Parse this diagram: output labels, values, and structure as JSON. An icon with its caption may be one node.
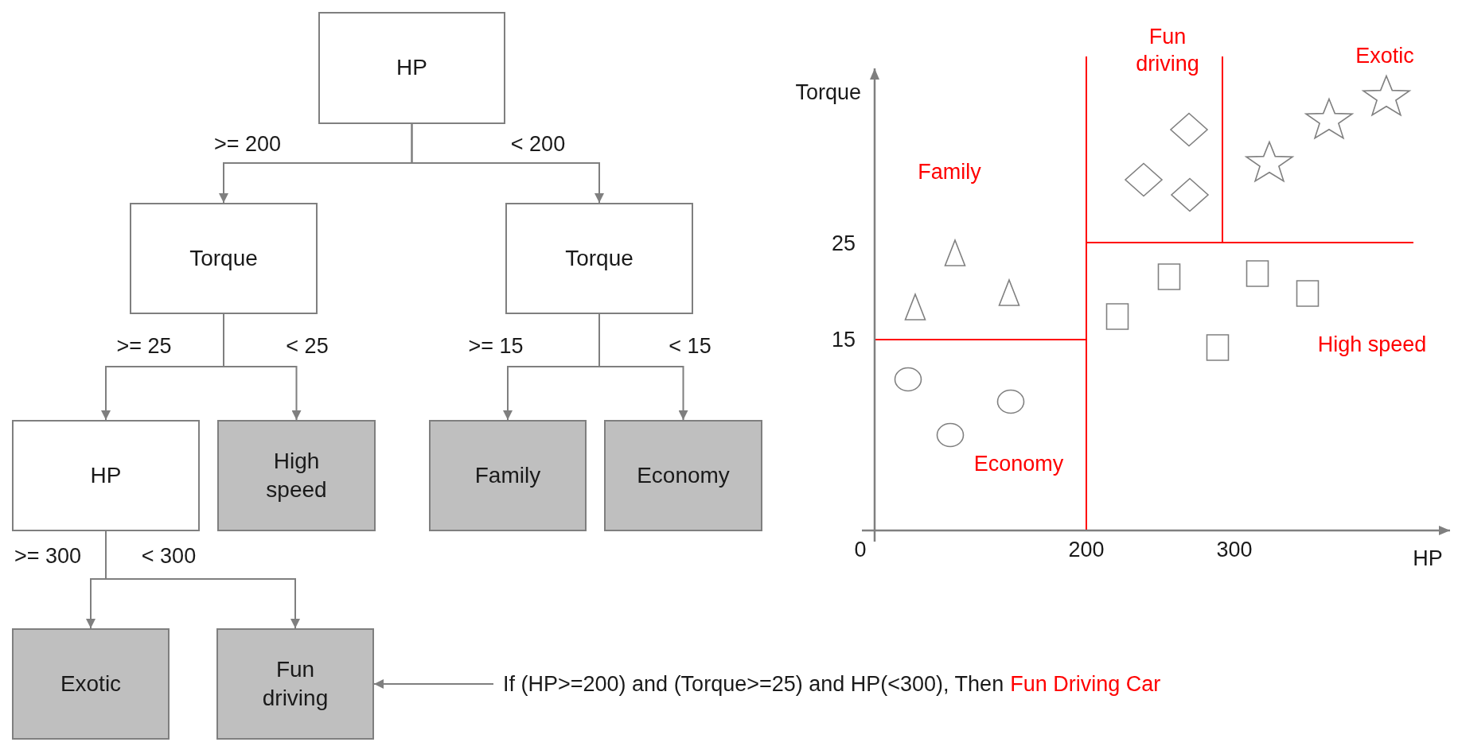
{
  "diagram": {
    "nodes": [
      {
        "text": [
          "HP"
        ]
      },
      {
        "text": [
          "Torque"
        ]
      },
      {
        "text": [
          "Torque"
        ]
      },
      {
        "text": [
          "HP"
        ]
      },
      {
        "text": [
          "High speed"
        ]
      },
      {
        "text": [
          "Family"
        ]
      },
      {
        "text": [
          "Economy"
        ]
      },
      {
        "text": [
          "Exotic"
        ]
      },
      {
        "text": [
          "Fun driving"
        ]
      },
      {
        "text": [
          "If (HP>=200) and (Torque>=25) and HP(<300), Then",
          "Fun Driving Car"
        ]
      }
    ],
    "edges": [
      {
        "from": 0,
        "to": 1,
        "arrow": "to",
        "label": ">= 200"
      },
      {
        "from": 0,
        "to": 2,
        "arrow": "to",
        "label": "< 200"
      },
      {
        "from": 1,
        "to": 3,
        "arrow": "to",
        "label": ">= 25"
      },
      {
        "from": 1,
        "to": 4,
        "arrow": "to",
        "label": "< 25"
      },
      {
        "from": 2,
        "to": 5,
        "arrow": "to",
        "label": ">= 15"
      },
      {
        "from": 2,
        "to": 6,
        "arrow": "to",
        "label": "< 15"
      },
      {
        "from": 3,
        "to": 7,
        "arrow": "to",
        "label": ">= 300"
      },
      {
        "from": 3,
        "to": 8,
        "arrow": "to",
        "label": "< 300"
      },
      {
        "from": 9,
        "to": 8,
        "arrow": "to"
      }
    ],
    "labels": [
      "Fun driving",
      "Exotic",
      "Torque",
      "Family",
      "25",
      "15",
      "High speed",
      "Economy",
      "0",
      "200",
      "300",
      "HP"
    ]
  }
}
